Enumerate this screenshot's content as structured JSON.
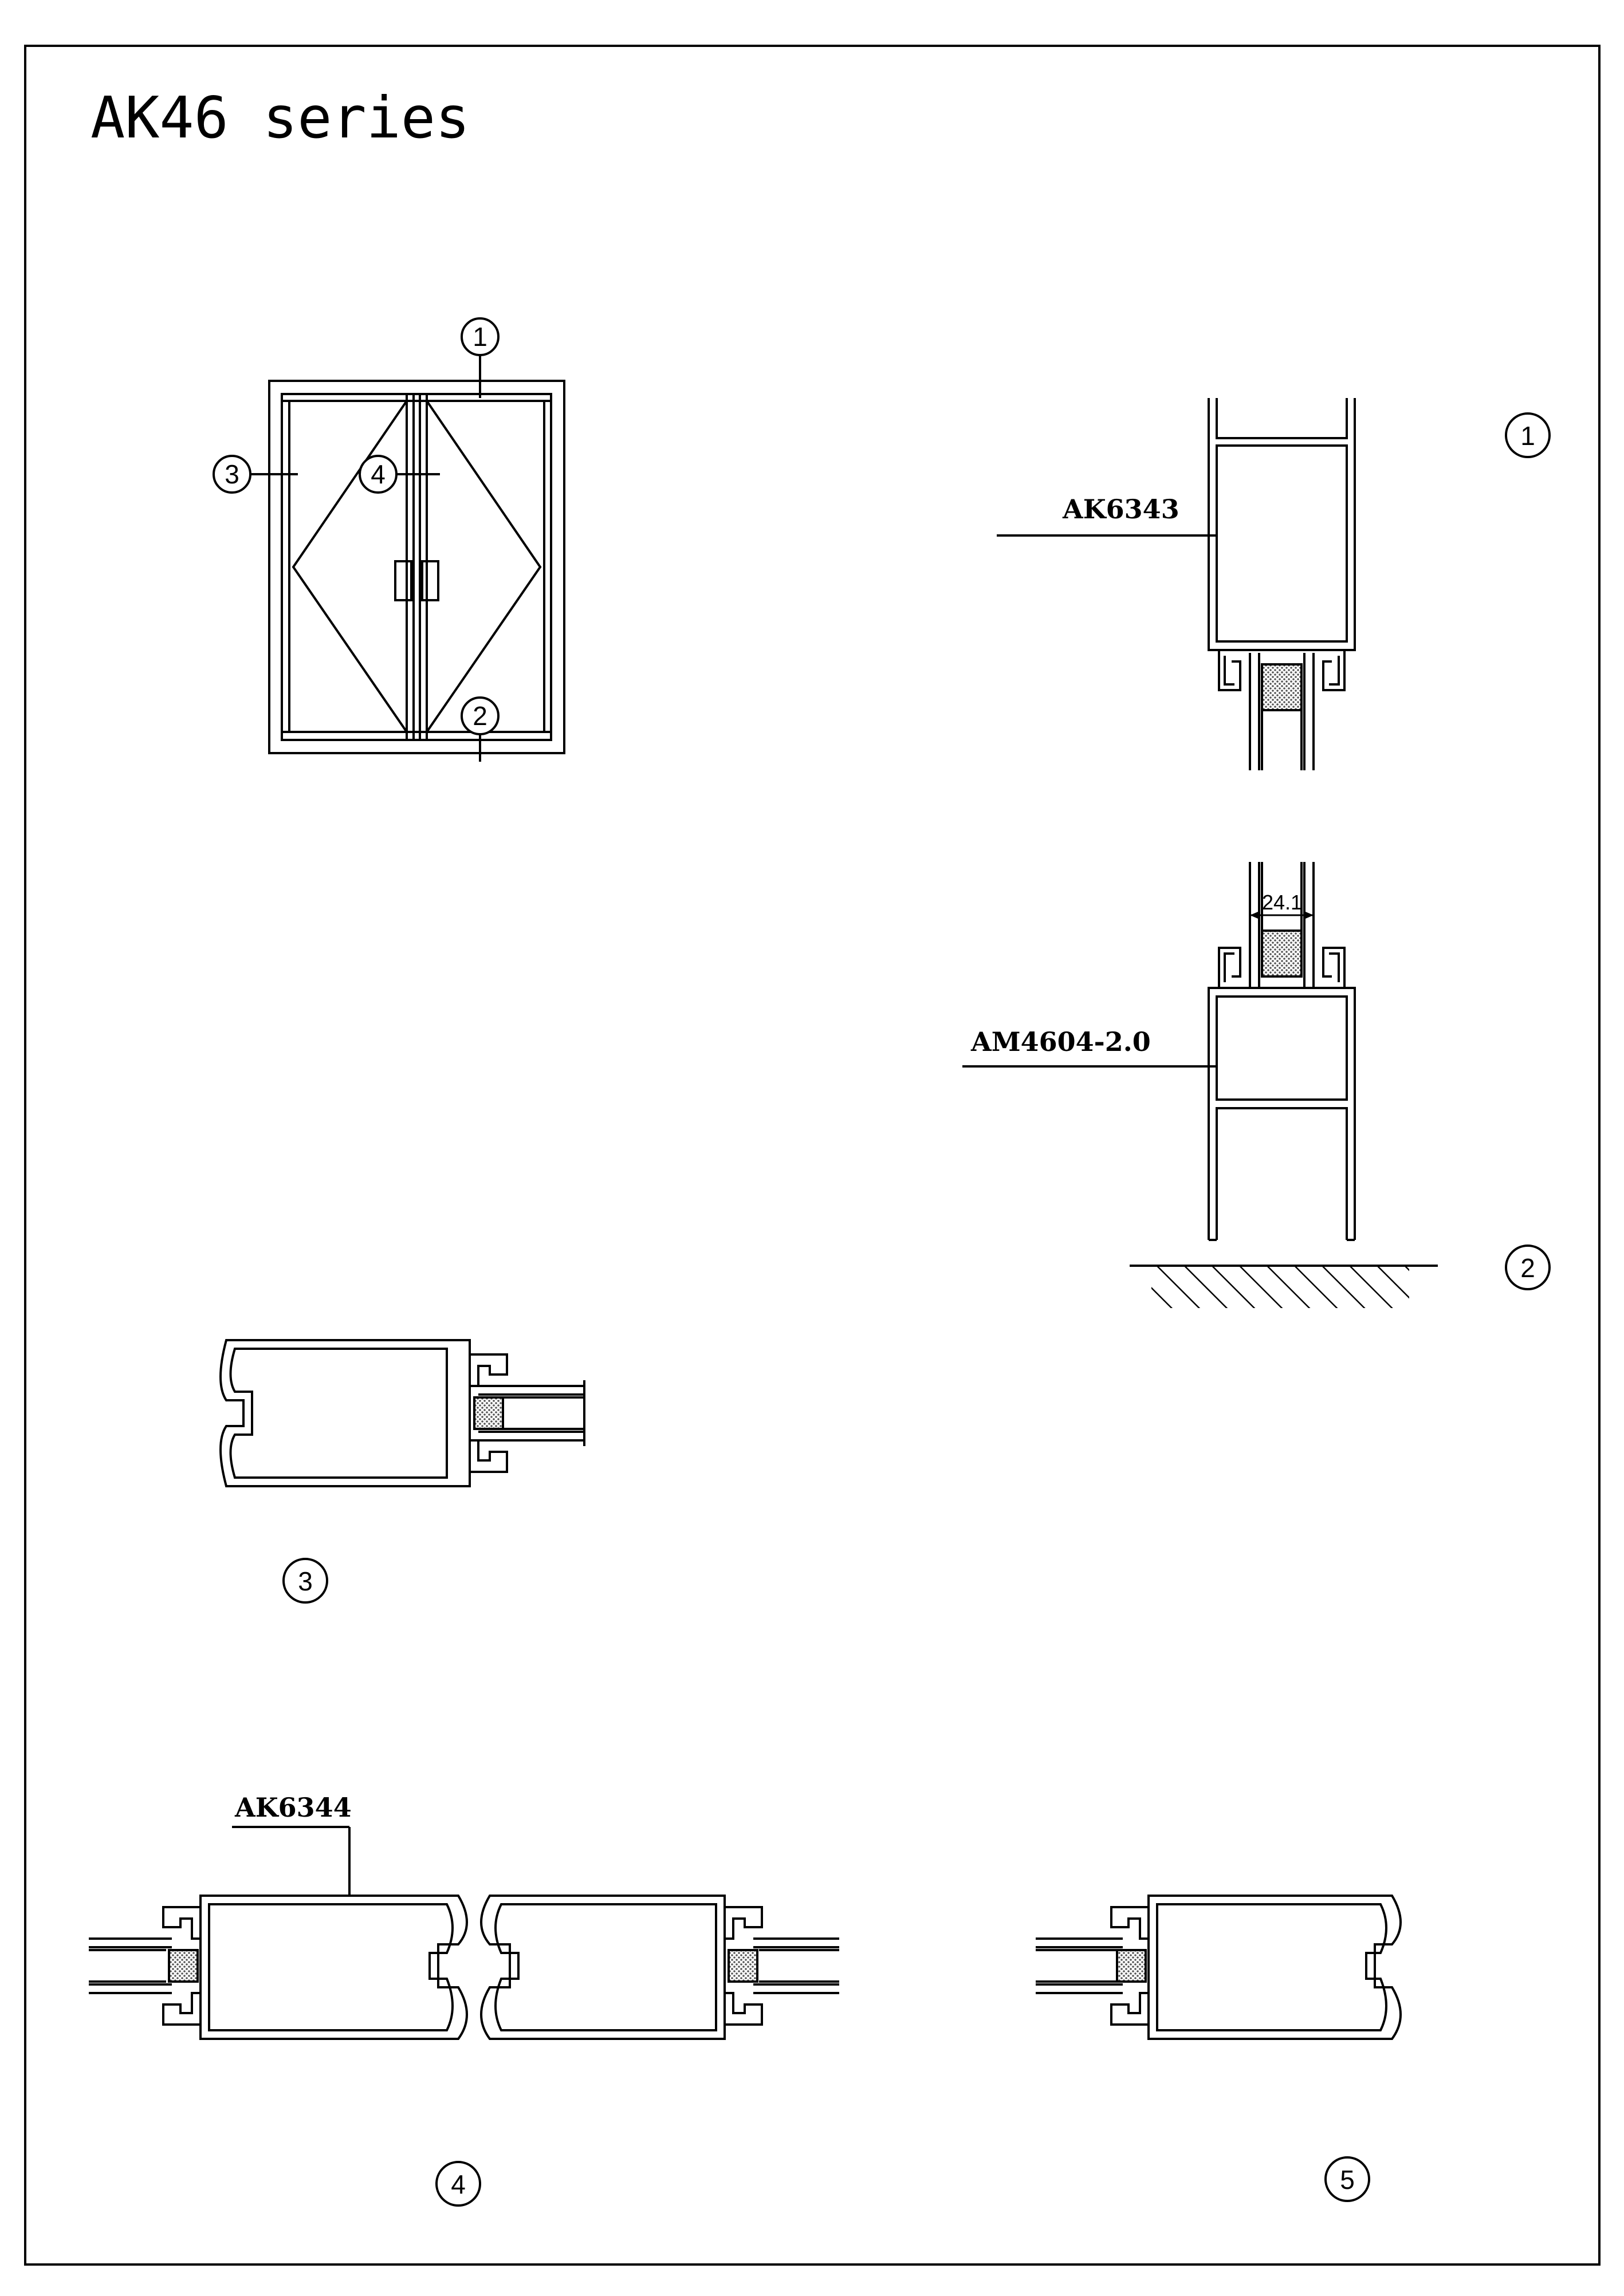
{
  "title": "AK46 series",
  "callouts": {
    "c1": "1",
    "c2": "2",
    "c3": "3",
    "c4": "4",
    "c5": "5"
  },
  "labels": {
    "top_profile": "AK6343",
    "bottom_profile": "AM4604-2.0",
    "mullion_profile": "AK6344"
  },
  "dimensions": {
    "glass_width": "24.1"
  },
  "colors": {
    "line": "#000000",
    "background": "#ffffff",
    "gasket": "#9a9a9a"
  }
}
